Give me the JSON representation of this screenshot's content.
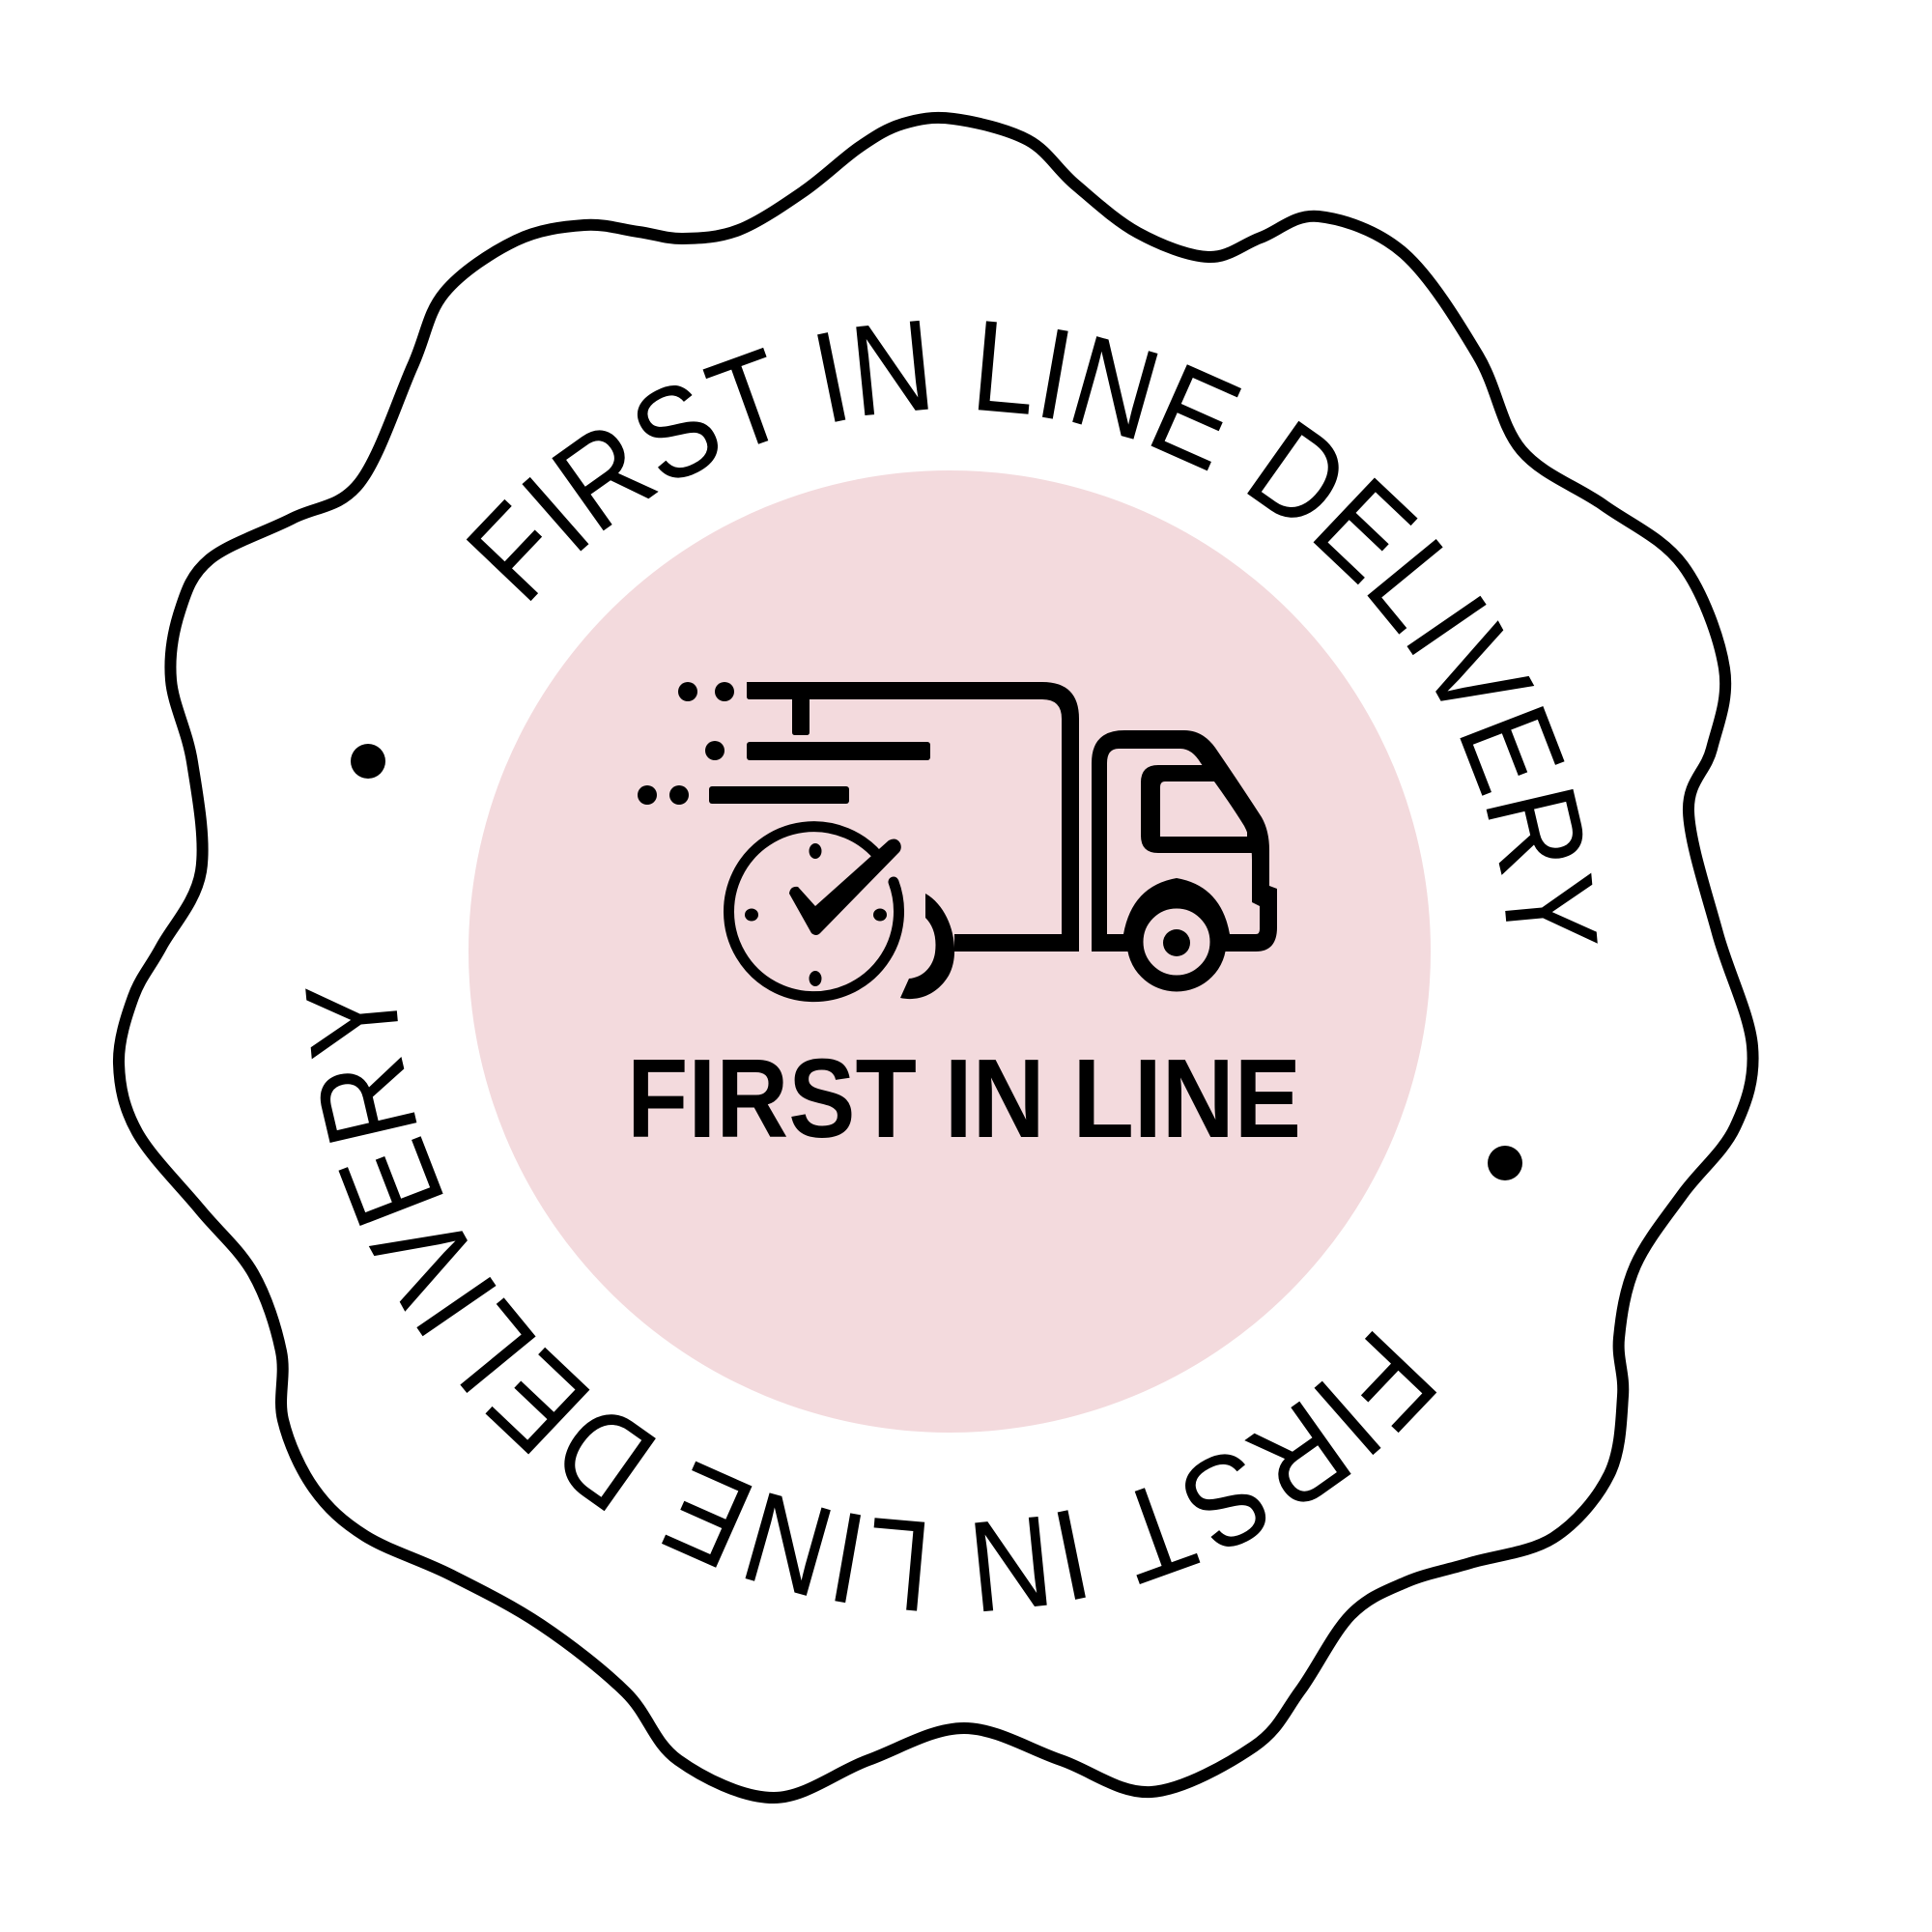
{
  "badge": {
    "ring_text_top": "FIRST IN LINE DELIVERY",
    "ring_text_bottom": "FIRST IN LINE DELIVERY",
    "center_title": "FIRST IN LINE",
    "icon": "delivery-truck-with-clock-check-icon"
  },
  "colors": {
    "background": "#FFFFFF",
    "inner_circle": "#F3DADD",
    "ink": "#000000"
  }
}
